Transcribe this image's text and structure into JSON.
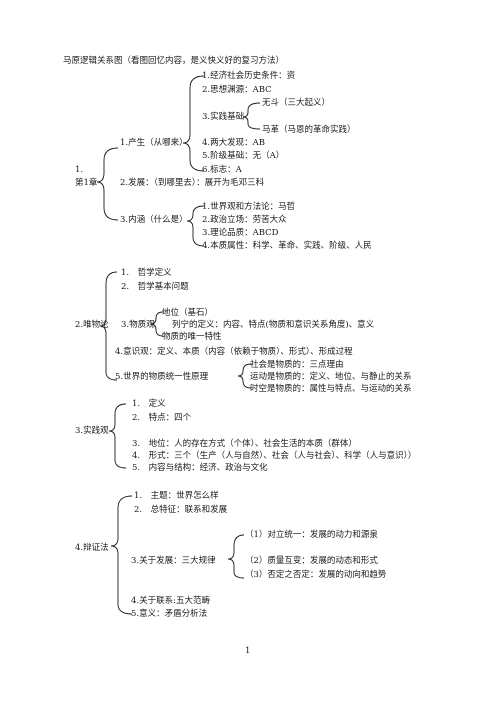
{
  "doc_title": "马原逻辑关系图（看图回忆内容，是义快义好的复习方法）",
  "page_number": "1",
  "ch1": {
    "num": "1.",
    "title": "第1章",
    "origin": {
      "label": "1.产生（从哪来）",
      "items": [
        "1.经济社会历史条件：资",
        "2.思想渊源：ABC",
        "3.实践基础",
        "4.两大发现：AB",
        "5.阶级基础：无（A）",
        "6.标志：A"
      ],
      "practice": [
        "无斗（三大起义）",
        "马革（马恩的革命实践）"
      ]
    },
    "development": "2.发展：（到哪里去）：展开为毛邓三科",
    "content": {
      "label": "3.内涵（什么是）",
      "items": [
        "1.世界观和方法论：马哲",
        "2.政治立场：劳苦大众",
        "3.理论品质：ABCD",
        "4.本质属性：科学、革命、实践、阶级、人民"
      ]
    }
  },
  "ch2": {
    "title": "2.唯物论",
    "items": [
      "1.　哲学定义",
      "2.　哲学基本问题"
    ],
    "matter_label": "3.物质观",
    "matter_items": [
      "地位（基石）",
      "列宁的定义：内容、特点(物质和意识关系角度)、意义",
      "物质的唯一特性"
    ],
    "consciousness": "4.意识观：定义、本质（内容（依赖于物质）、形式）、形成过程",
    "unity_label": "5.世界的物质统一性原理",
    "unity_items": [
      "社会是物质的：三点理由",
      "运动是物质的：定义、地位、与静止的关系",
      "时空是物质的：属性与特点、与运动的关系"
    ]
  },
  "ch3": {
    "title": "3.实践观",
    "items": [
      "1.　定义",
      "2.　特点：四个",
      "3.　地位：人的存在方式（个体）、社会生活的本质（群体）",
      "4.　形式：三个（生产（人与自然）、社会（人与社会）、科学（人与意识））",
      "5.　内容与结构：经济、政治与文化"
    ]
  },
  "ch4": {
    "title": "4.辩证法",
    "items": [
      "1.　主题：世界怎么样",
      "2.　总特征：联系和发展"
    ],
    "laws_label": "3.关于发展：三大规律",
    "laws": [
      "（1）对立统一：发展的动力和源泉",
      "（2）质量互变：发展的动态和形式",
      "（3）否定之否定：发展的动向和趋势"
    ],
    "connection": "4.关于联系:五大范畴",
    "essence": "5.意义：矛盾分析法"
  }
}
